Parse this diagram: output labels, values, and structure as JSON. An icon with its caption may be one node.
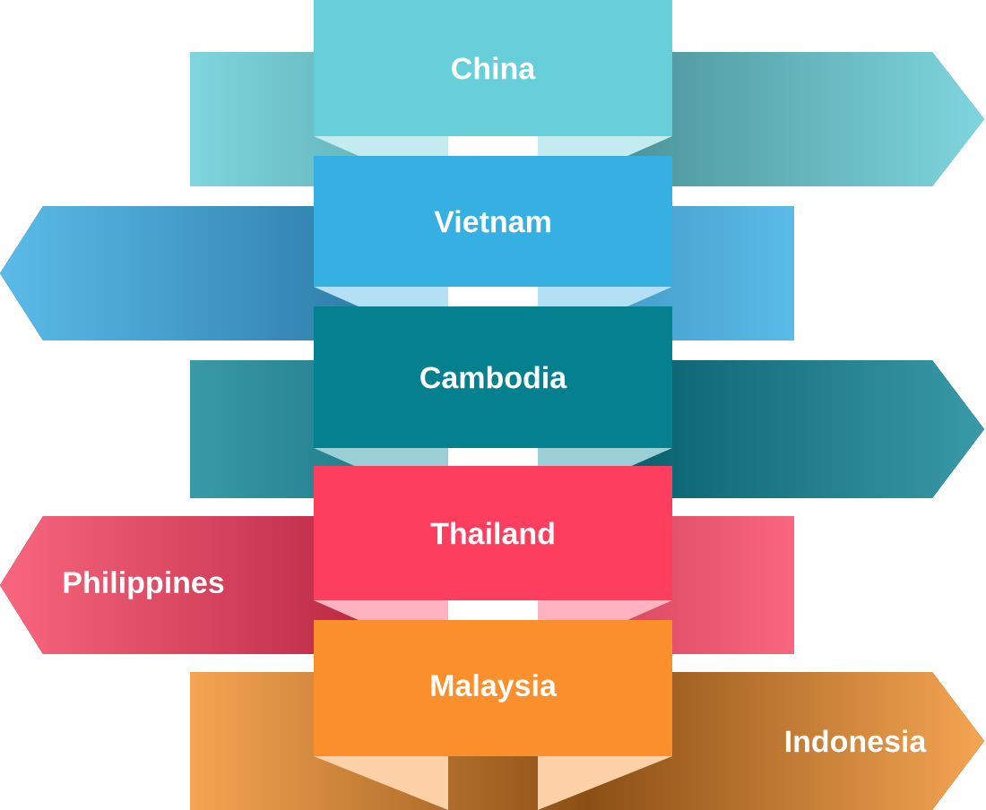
{
  "diagram": {
    "nodes": [
      {
        "text": [
          "China"
        ]
      },
      {
        "text": [],
        "shape": "arrow"
      },
      {
        "text": [
          "Vietnam"
        ]
      },
      {
        "text": [],
        "shape": "arrow"
      },
      {
        "text": [
          "Cambodia"
        ]
      },
      {
        "text": [],
        "shape": "arrow"
      },
      {
        "text": [
          "Thailand"
        ]
      },
      {
        "text": [
          "Philippines"
        ]
      },
      {
        "text": [
          "Malaysia"
        ]
      },
      {
        "text": [
          "Indonesia"
        ]
      }
    ]
  }
}
